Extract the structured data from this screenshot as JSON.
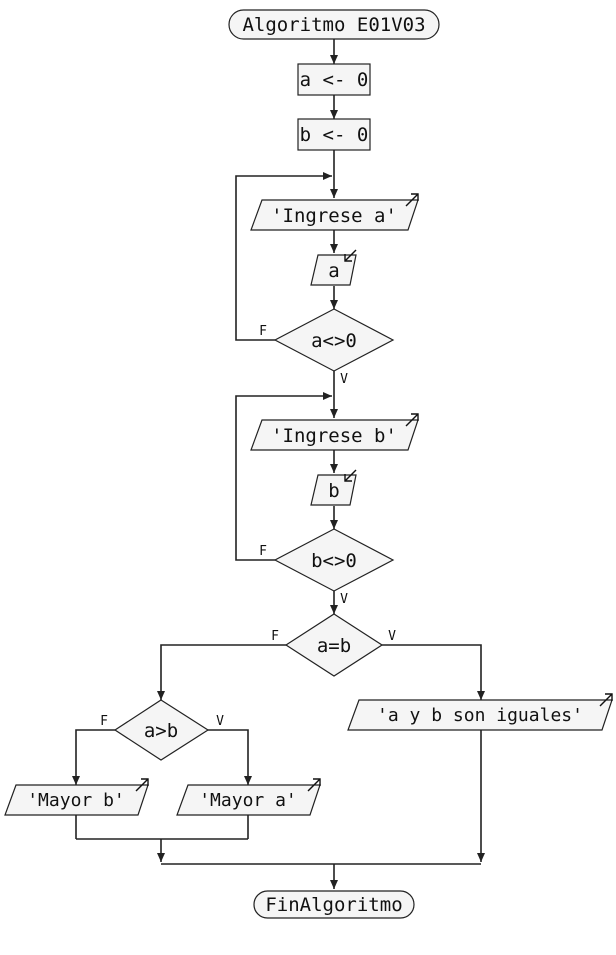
{
  "flowchart": {
    "start": "Algoritmo E01V03",
    "assign_a": "a <- 0",
    "assign_b": "b <- 0",
    "prompt_a": "'Ingrese a'",
    "read_a": "a",
    "cond_a": "a<>0",
    "prompt_b": "'Ingrese b'",
    "read_b": "b",
    "cond_b": "b<>0",
    "cond_equal": "a=b",
    "cond_greater": "a>b",
    "out_equal": "'a y b son iguales'",
    "out_mayor_b": "'Mayor b'",
    "out_mayor_a": "'Mayor a'",
    "end": "FinAlgoritmo",
    "false_label": "F",
    "true_label": "V"
  }
}
